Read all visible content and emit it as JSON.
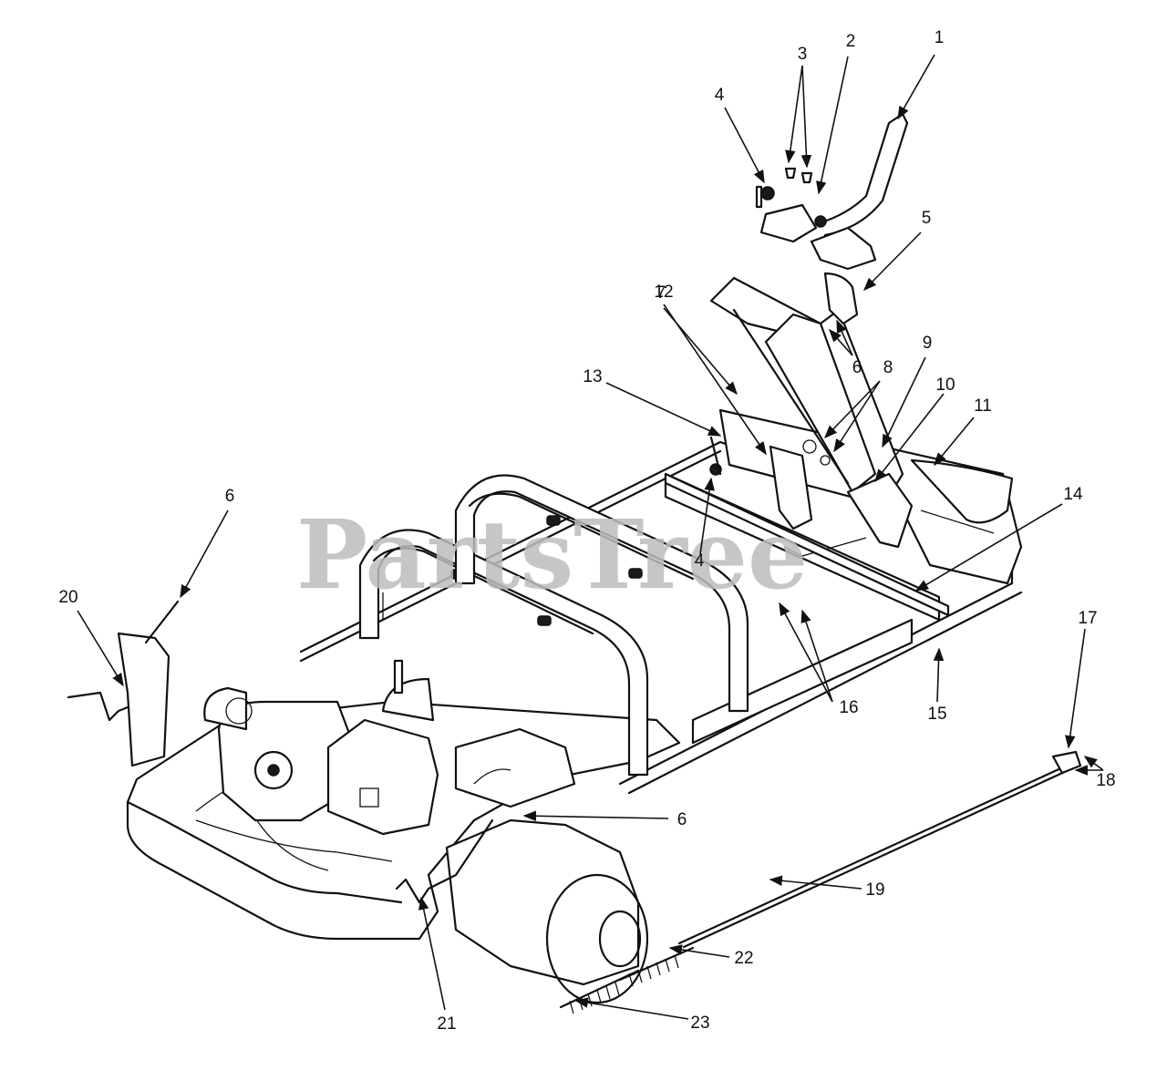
{
  "watermark": "PartsTree",
  "callouts": {
    "c1": "1",
    "c2": "2",
    "c3": "3",
    "c4a": "4",
    "c4b": "4",
    "c5": "5",
    "c6a": "6",
    "c6b": "6",
    "c6c": "6",
    "c7": "7",
    "c8": "8",
    "c9": "9",
    "c10": "10",
    "c11": "11",
    "c12": "12",
    "c13": "13",
    "c14": "14",
    "c15": "15",
    "c16": "16",
    "c17": "17",
    "c18": "18",
    "c19": "19",
    "c20": "20",
    "c21": "21",
    "c22": "22",
    "c23": "23"
  }
}
